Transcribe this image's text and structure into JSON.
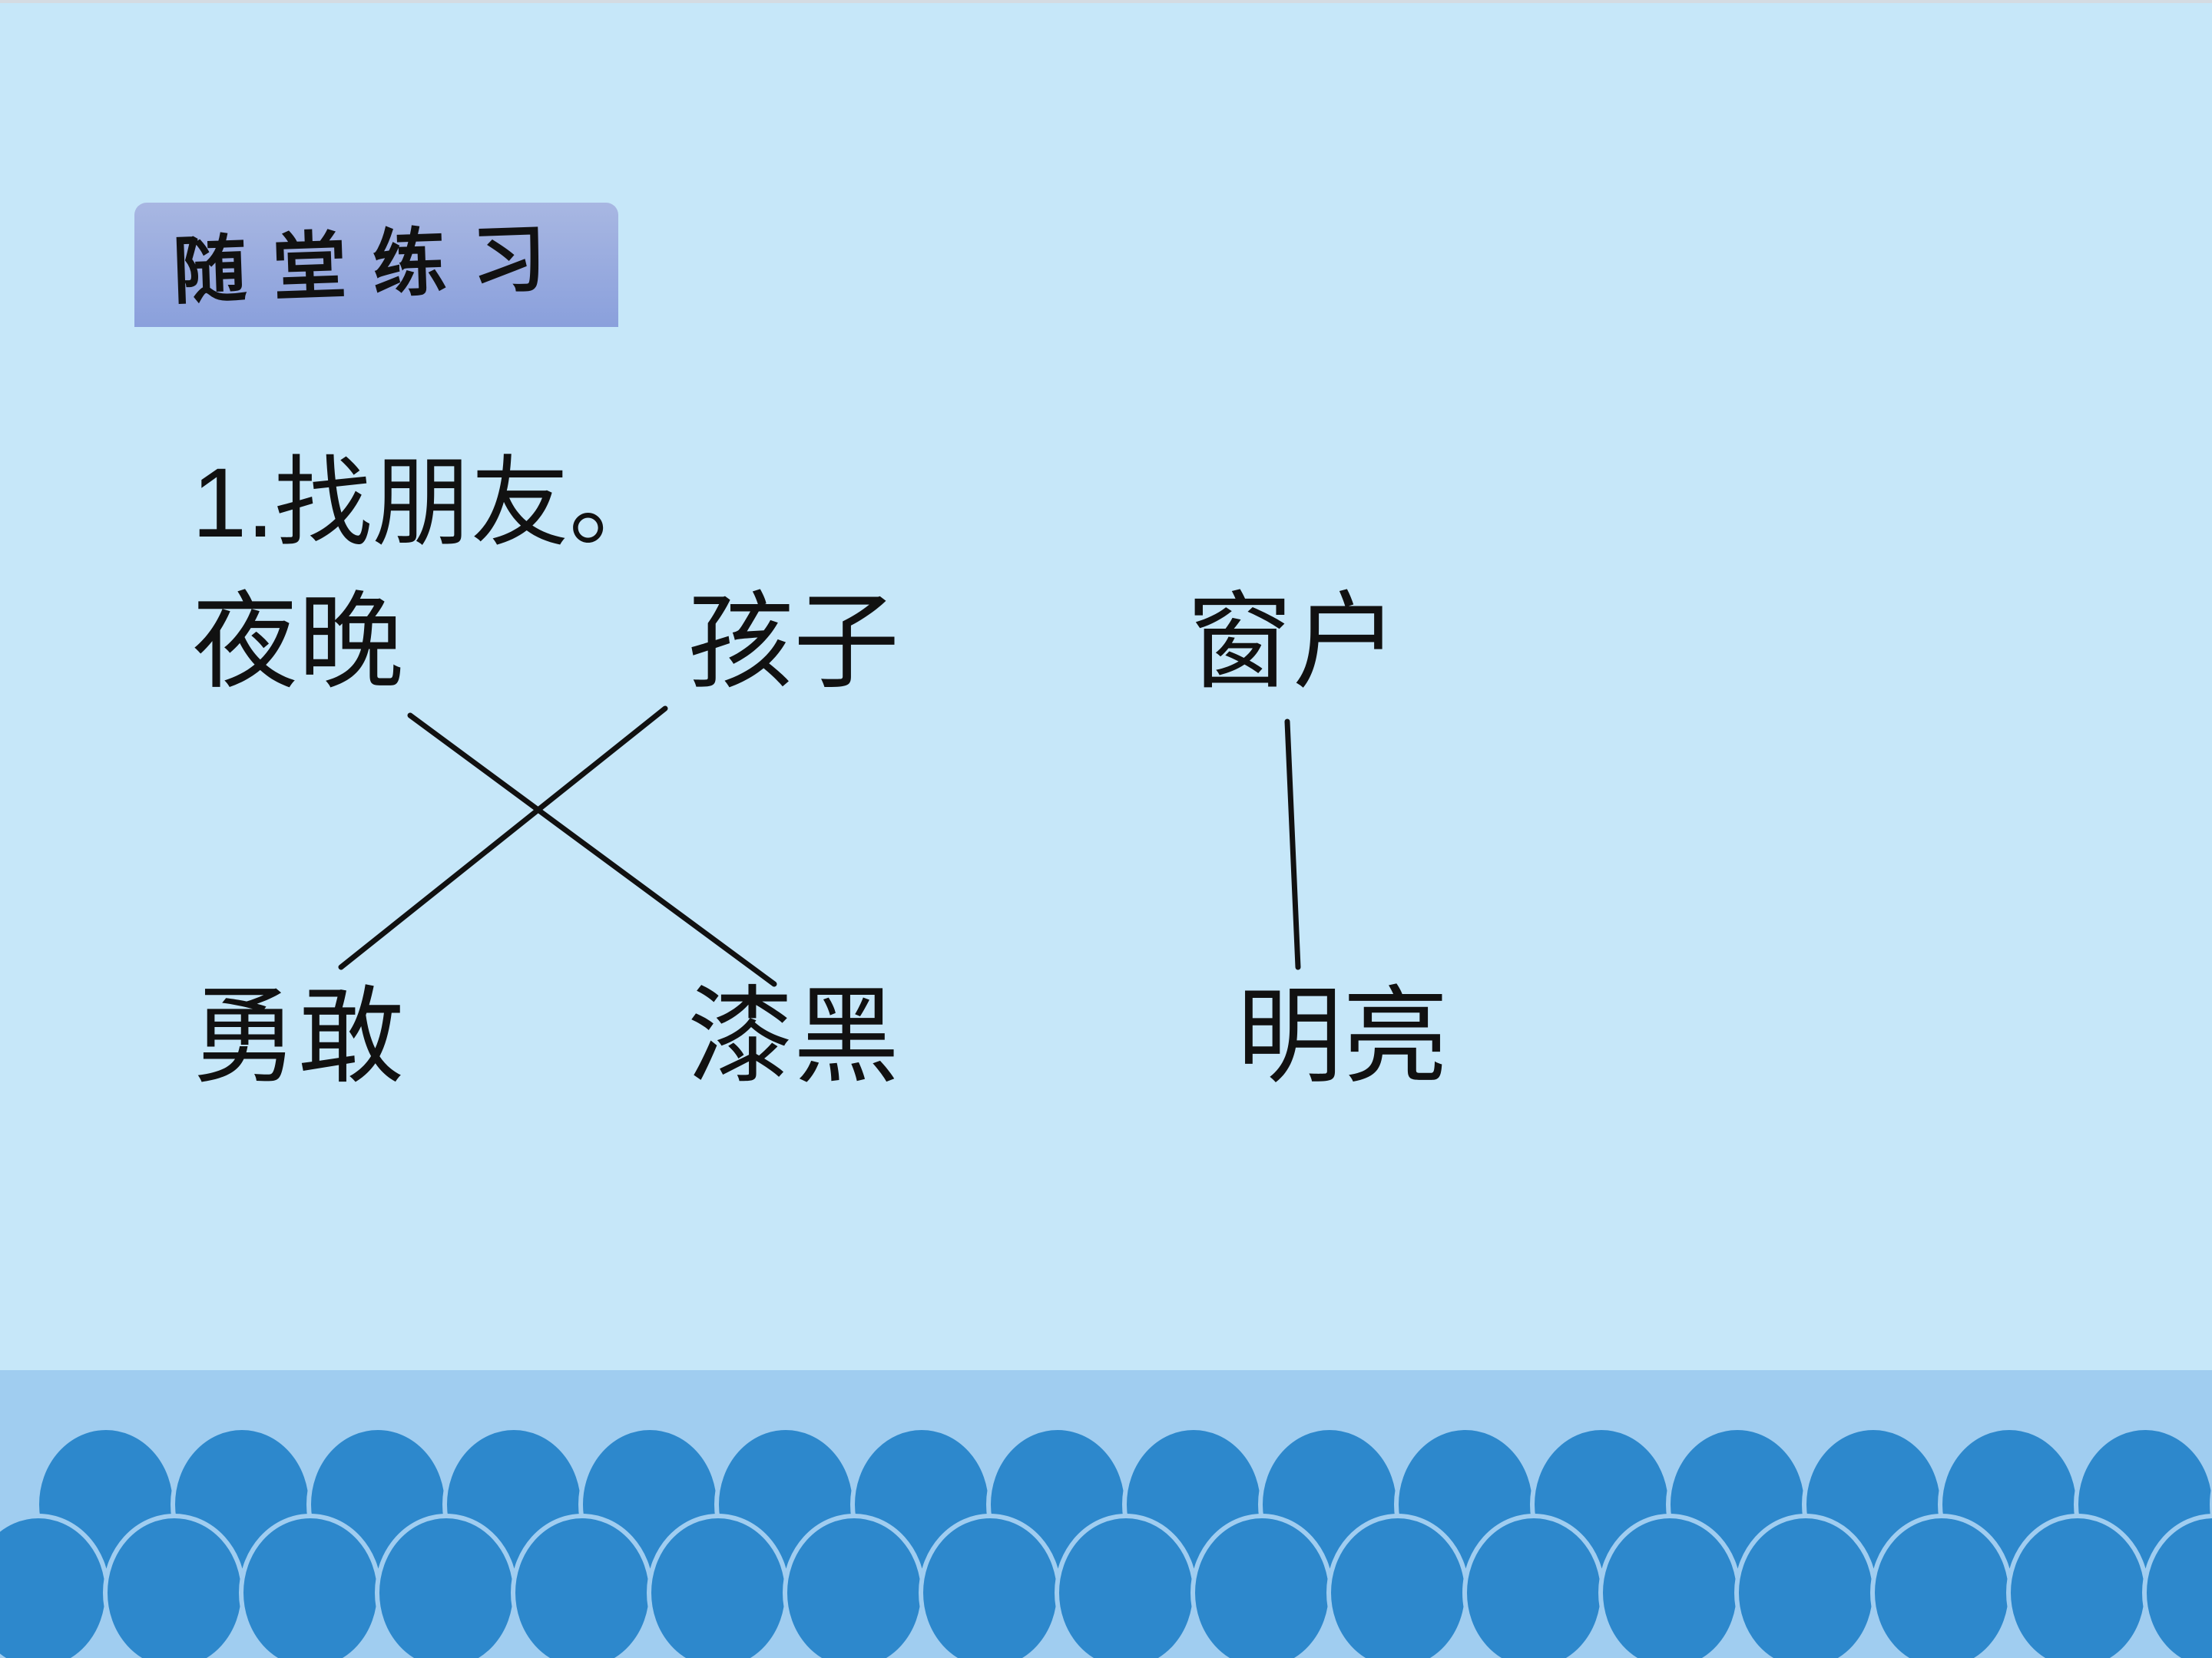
{
  "header": {
    "title": "随堂练习"
  },
  "question": {
    "title": "1.找朋友。"
  },
  "words": {
    "top": [
      "夜晚",
      "孩子",
      "窗户"
    ],
    "bottom": [
      "勇敢",
      "漆黑",
      "明亮"
    ]
  },
  "matches": [
    {
      "from": "夜晚",
      "to": "漆黑"
    },
    {
      "from": "孩子",
      "to": "勇敢"
    },
    {
      "from": "窗户",
      "to": "明亮"
    }
  ],
  "colors": {
    "background": "#c6e7f9",
    "header_tab": "#8fa4dd",
    "water_band": "#a0cdf0",
    "wave": "#2d88cc",
    "text": "#111111"
  }
}
